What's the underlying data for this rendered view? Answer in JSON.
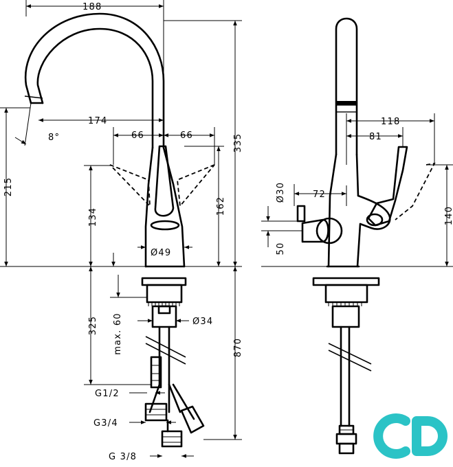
{
  "dimensions": {
    "spout_reach": "188",
    "aerator_reach": "174",
    "lever_left": "66",
    "lever_right": "66",
    "tilt": "8°",
    "total_height": "335",
    "aerator_height": "215",
    "lever_height_left": "134",
    "lever_height_right": "162",
    "base_dia": "Ø49",
    "below_left": "325",
    "max": "max. 60",
    "body_dia": "Ø34",
    "below_right": "870",
    "g12": "G1/2",
    "g34": "G3/4",
    "g38": "G 3/8",
    "side_118": "118",
    "side_81": "81",
    "side_72": "72",
    "side_dia30": "Ø30",
    "side_50": "50",
    "side_140": "140"
  },
  "watermark": {
    "text": "CD",
    "color": "#2bc3c6"
  },
  "colors": {
    "line": "#000000",
    "background": "#ffffff"
  }
}
